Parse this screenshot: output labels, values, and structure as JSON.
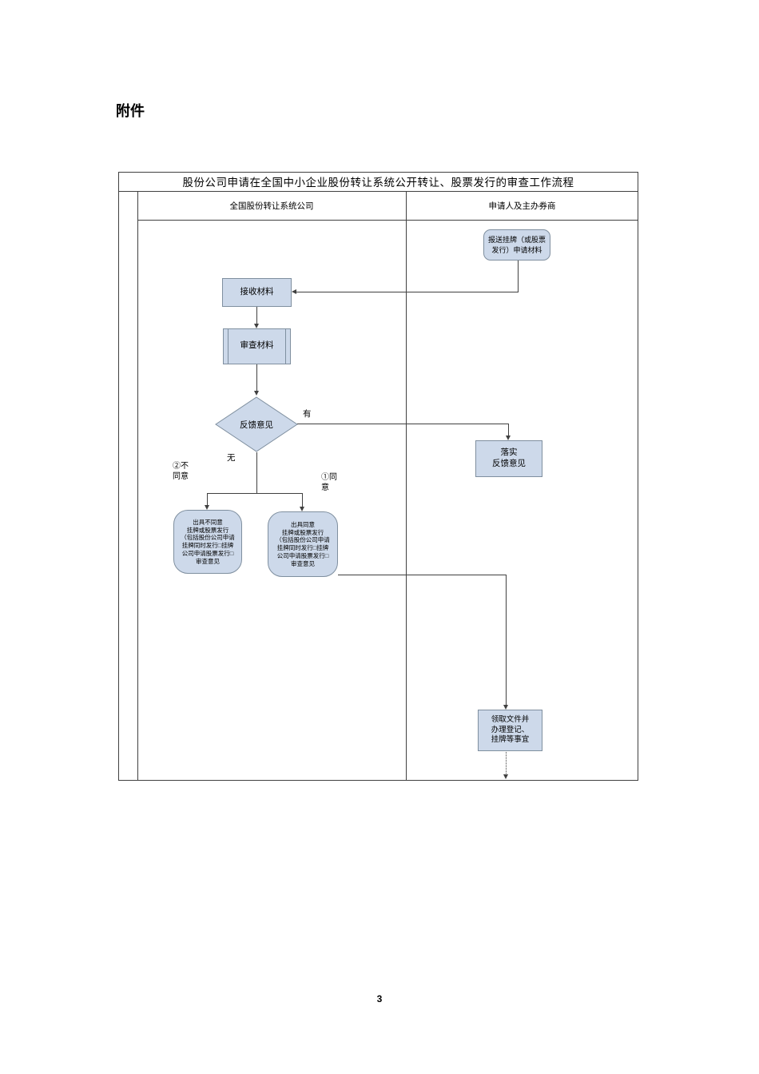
{
  "page": {
    "attachment_label": "附件",
    "page_number": "3"
  },
  "colors": {
    "node_fill": "#cdd9ea",
    "node_border": "#7f8f9f",
    "line": "#404040",
    "background": "#ffffff"
  },
  "flowchart": {
    "title": "股份公司申请在全国中小企业股份转让系统公开转让、股票发行的审查工作流程",
    "lane_left": "全国股份转让系统公司",
    "lane_right": "申请人及主办券商",
    "nodes": {
      "submit_materials": "报送挂牌（或股票\n发行）申请材料",
      "receive_materials": "接收材料",
      "review_materials": "审查材料",
      "feedback_decision": "反馈意见",
      "implement_feedback": "落实\n反馈意见",
      "issue_disagree": "出具不同意\n挂牌或股票发行\n（包括股份公司申请\n挂牌同时发行□挂牌\n公司申请股票发行□\n审查意见",
      "issue_agree": "出具同意\n挂牌或股票发行\n（包括股份公司申请\n挂牌同时发行□挂牌\n公司申请股票发行□\n审查意见",
      "collect_documents": "领取文件并\n办理登记、\n挂牌等事宜"
    },
    "labels": {
      "has_feedback": "有",
      "no_feedback": "无",
      "branch_disagree": "②不\n同意",
      "branch_agree": "①同\n意"
    }
  }
}
